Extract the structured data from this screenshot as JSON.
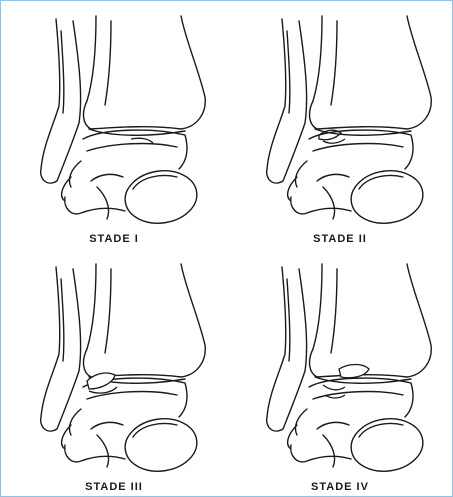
{
  "figure": {
    "panels": [
      {
        "label": "STADE I",
        "stage": 1
      },
      {
        "label": "STADE II",
        "stage": 2
      },
      {
        "label": "STADE III",
        "stage": 3
      },
      {
        "label": "STADE IV",
        "stage": 4
      }
    ],
    "colors": {
      "frame_border": "#8ec3ea",
      "ink": "#1a1a1a",
      "lesion_fill": "#ffffff"
    }
  }
}
